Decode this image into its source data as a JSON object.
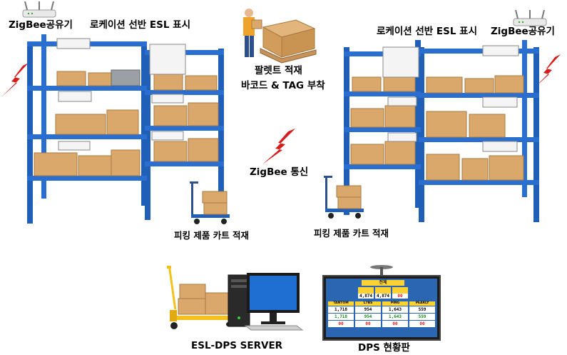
{
  "labels": {
    "gateway_left": "ZigBee공유기",
    "gateway_right": "ZigBee공유기",
    "location_shelf_left": "로케이션 선반  ESL 표시",
    "location_shelf_right": "로케이션 선반  ESL 표시",
    "pallet_line1": "팔렛트 적재",
    "pallet_line2": "바코드 & TAG 부착",
    "zigbee_comm": "ZigBee 통신",
    "picking_cart_left": "피킹 제품 카트 적재",
    "picking_cart_right": "피킹 제품 카트 적재",
    "server": "ESL-DPS SERVER",
    "dps_board": "DPS 현황판"
  },
  "colors": {
    "shelf_blue": "#1f5fb8",
    "box_tan": "#d9a86a",
    "zigbee_red": "#d81b1b",
    "dps_blue": "#2b66b3",
    "dps_yellow": "#ffd233"
  },
  "dps": {
    "head": "전체",
    "top": [
      "4,874",
      "4,874",
      "00"
    ],
    "columns": [
      {
        "name": "TANTOM",
        "values": [
          "1,718",
          "1,718",
          "00"
        ]
      },
      {
        "name": "L7BS",
        "values": [
          "954",
          "954",
          "00"
        ]
      },
      {
        "name": "PING",
        "values": [
          "1,643",
          "1,643",
          "00"
        ]
      },
      {
        "name": "PEARLY",
        "values": [
          "559",
          "559",
          "00"
        ]
      }
    ]
  },
  "icons": [
    "router-icon",
    "lightning-icon",
    "storage-rack",
    "worker-pallet",
    "cart-icon",
    "pallet-jack-icon",
    "server-tower-icon",
    "monitor-icon",
    "dps-board"
  ]
}
